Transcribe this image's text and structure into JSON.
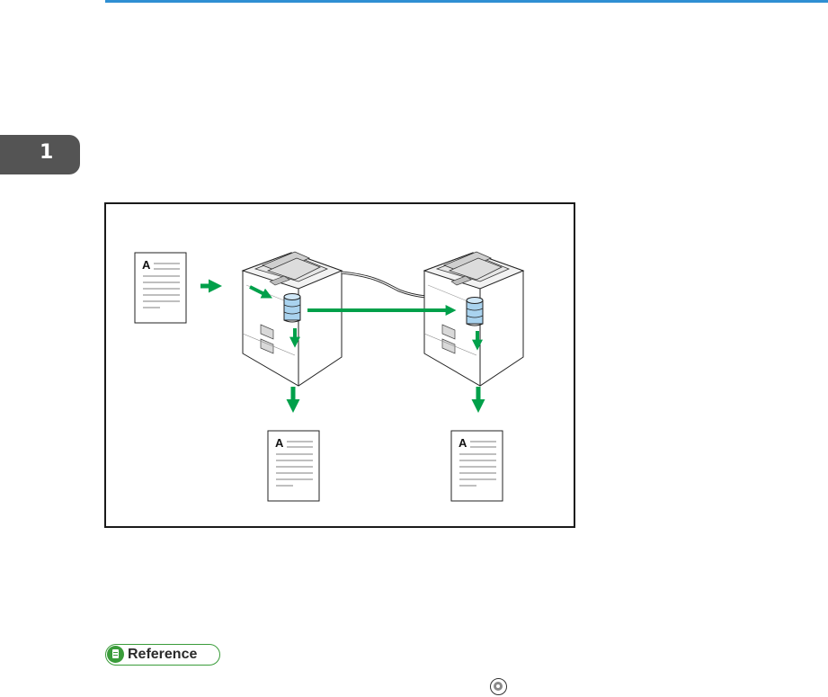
{
  "chapter": {
    "number": "1"
  },
  "figure": {
    "documents": [
      {
        "letter": "A"
      },
      {
        "letter": "A"
      },
      {
        "letter": "A"
      }
    ],
    "colors": {
      "arrow": "#00a04a",
      "storage": "#a9d3ef",
      "frame": "#1a1a1a"
    },
    "icons": [
      "printer-icon",
      "storage-icon",
      "document-icon",
      "arrow-icon",
      "network-cable-icon"
    ]
  },
  "reference": {
    "label": "Reference",
    "icon": "disc-icon"
  }
}
